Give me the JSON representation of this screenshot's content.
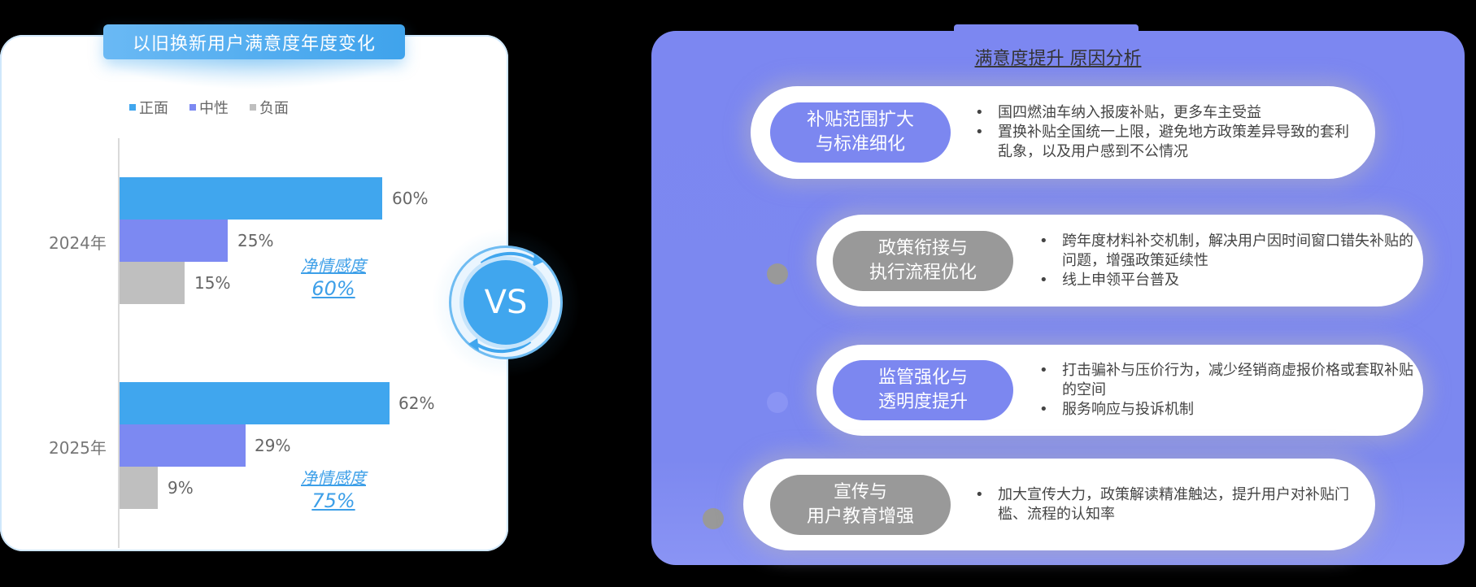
{
  "left": {
    "title": "以旧换新用户满意度年度变化",
    "legend": [
      {
        "label": "正面",
        "color": "#40A6EE"
      },
      {
        "label": "中性",
        "color": "#7C89F2"
      },
      {
        "label": "负面",
        "color": "#BFBFBF"
      }
    ],
    "years": [
      {
        "label": "2024年",
        "positive": "60%",
        "neutral": "25%",
        "negative": "15%",
        "net_label": "净情感度",
        "net_value": "60%"
      },
      {
        "label": "2025年",
        "positive": "62%",
        "neutral": "29%",
        "negative": "9%",
        "net_label": "净情感度",
        "net_value": "75%"
      }
    ],
    "vs": "VS"
  },
  "right": {
    "title": "满意度提升 原因分析",
    "cards": [
      {
        "tag": "补贴范围扩大\n与标准细化",
        "tag_line1": "补贴范围扩大",
        "tag_line2": "与标准细化",
        "tag_color": "purple",
        "bullets": [
          "国四燃油车纳入报废补贴，更多车主受益",
          "置换补贴全国统一上限，避免地方政策差异导致的套利乱象，以及用户感到不公情况"
        ]
      },
      {
        "tag_line1": "政策衔接与",
        "tag_line2": "执行流程优化",
        "tag_color": "gray",
        "bullets": [
          "跨年度材料补交机制，解决用户因时间窗口错失补贴的问题，增强政策延续性",
          "线上申领平台普及"
        ]
      },
      {
        "tag_line1": "监管强化与",
        "tag_line2": "透明度提升",
        "tag_color": "purple",
        "bullets": [
          "打击骗补与压价行为，减少经销商虚报价格或套取补贴的空间",
          "服务响应与投诉机制"
        ]
      },
      {
        "tag_line1": "宣传与",
        "tag_line2": "用户教育增强",
        "tag_color": "gray",
        "bullets": [
          "加大宣传大力，政策解读精准触达，提升用户对补贴门槛、流程的认知率"
        ]
      }
    ]
  },
  "colors": {
    "positive": "#40A6EE",
    "neutral": "#7C89F2",
    "negative": "#BFBFBF",
    "panel": "#7C87F1",
    "gray_pill": "#999999"
  },
  "chart_data": {
    "type": "bar",
    "orientation": "horizontal",
    "title": "以旧换新用户满意度年度变化",
    "categories": [
      "2024年",
      "2025年"
    ],
    "series": [
      {
        "name": "正面",
        "values": [
          60,
          62
        ],
        "color": "#40A6EE"
      },
      {
        "name": "中性",
        "values": [
          25,
          29
        ],
        "color": "#7C89F2"
      },
      {
        "name": "负面",
        "values": [
          15,
          9
        ],
        "color": "#BFBFBF"
      }
    ],
    "annotations": [
      {
        "category": "2024年",
        "text": "净情感度 60%"
      },
      {
        "category": "2025年",
        "text": "净情感度 75%"
      }
    ],
    "xlabel": "",
    "ylabel": "",
    "xlim": [
      0,
      100
    ],
    "grid": false,
    "legend_position": "top"
  }
}
